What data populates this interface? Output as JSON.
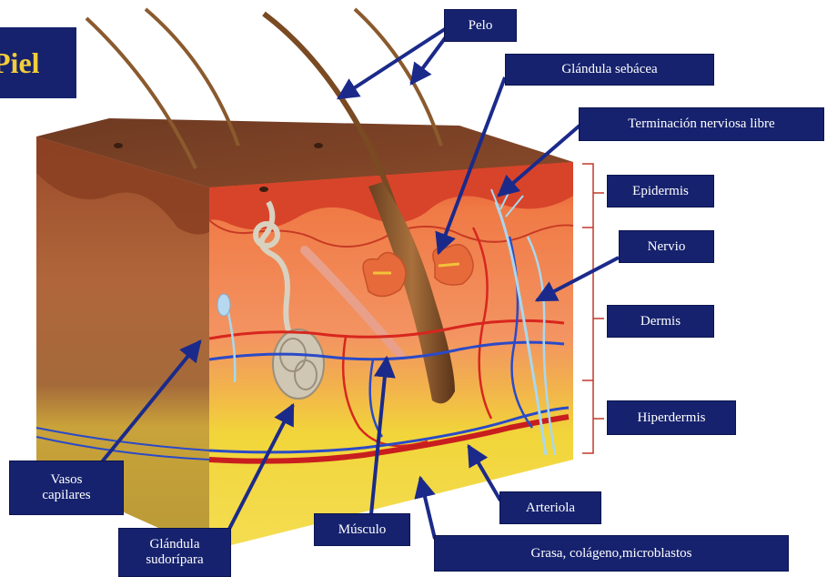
{
  "title": "Piel",
  "labels": {
    "pelo": "Pelo",
    "glandula_sebacea": "Glándula sebácea",
    "terminacion_nerviosa": "Terminación nerviosa libre",
    "epidermis": "Epidermis",
    "nervio": "Nervio",
    "dermis": "Dermis",
    "hiperdermis": "Hiperdermis",
    "vasos_capilares": "Vasos capilares",
    "glandula_sudoripara": "Glándula sudorípara",
    "musculo": "Músculo",
    "arteriola": "Arteriola",
    "grasa": "Grasa, colágeno,microblastos"
  },
  "colors": {
    "label_bg": "#16226e",
    "title_text": "#f3cd3a",
    "arrow": "#1b2a8a",
    "bracket": "#c0392b",
    "epidermis": "#a9512e",
    "dermis": "#e8774a",
    "hypodermis": "#e8c93c"
  }
}
